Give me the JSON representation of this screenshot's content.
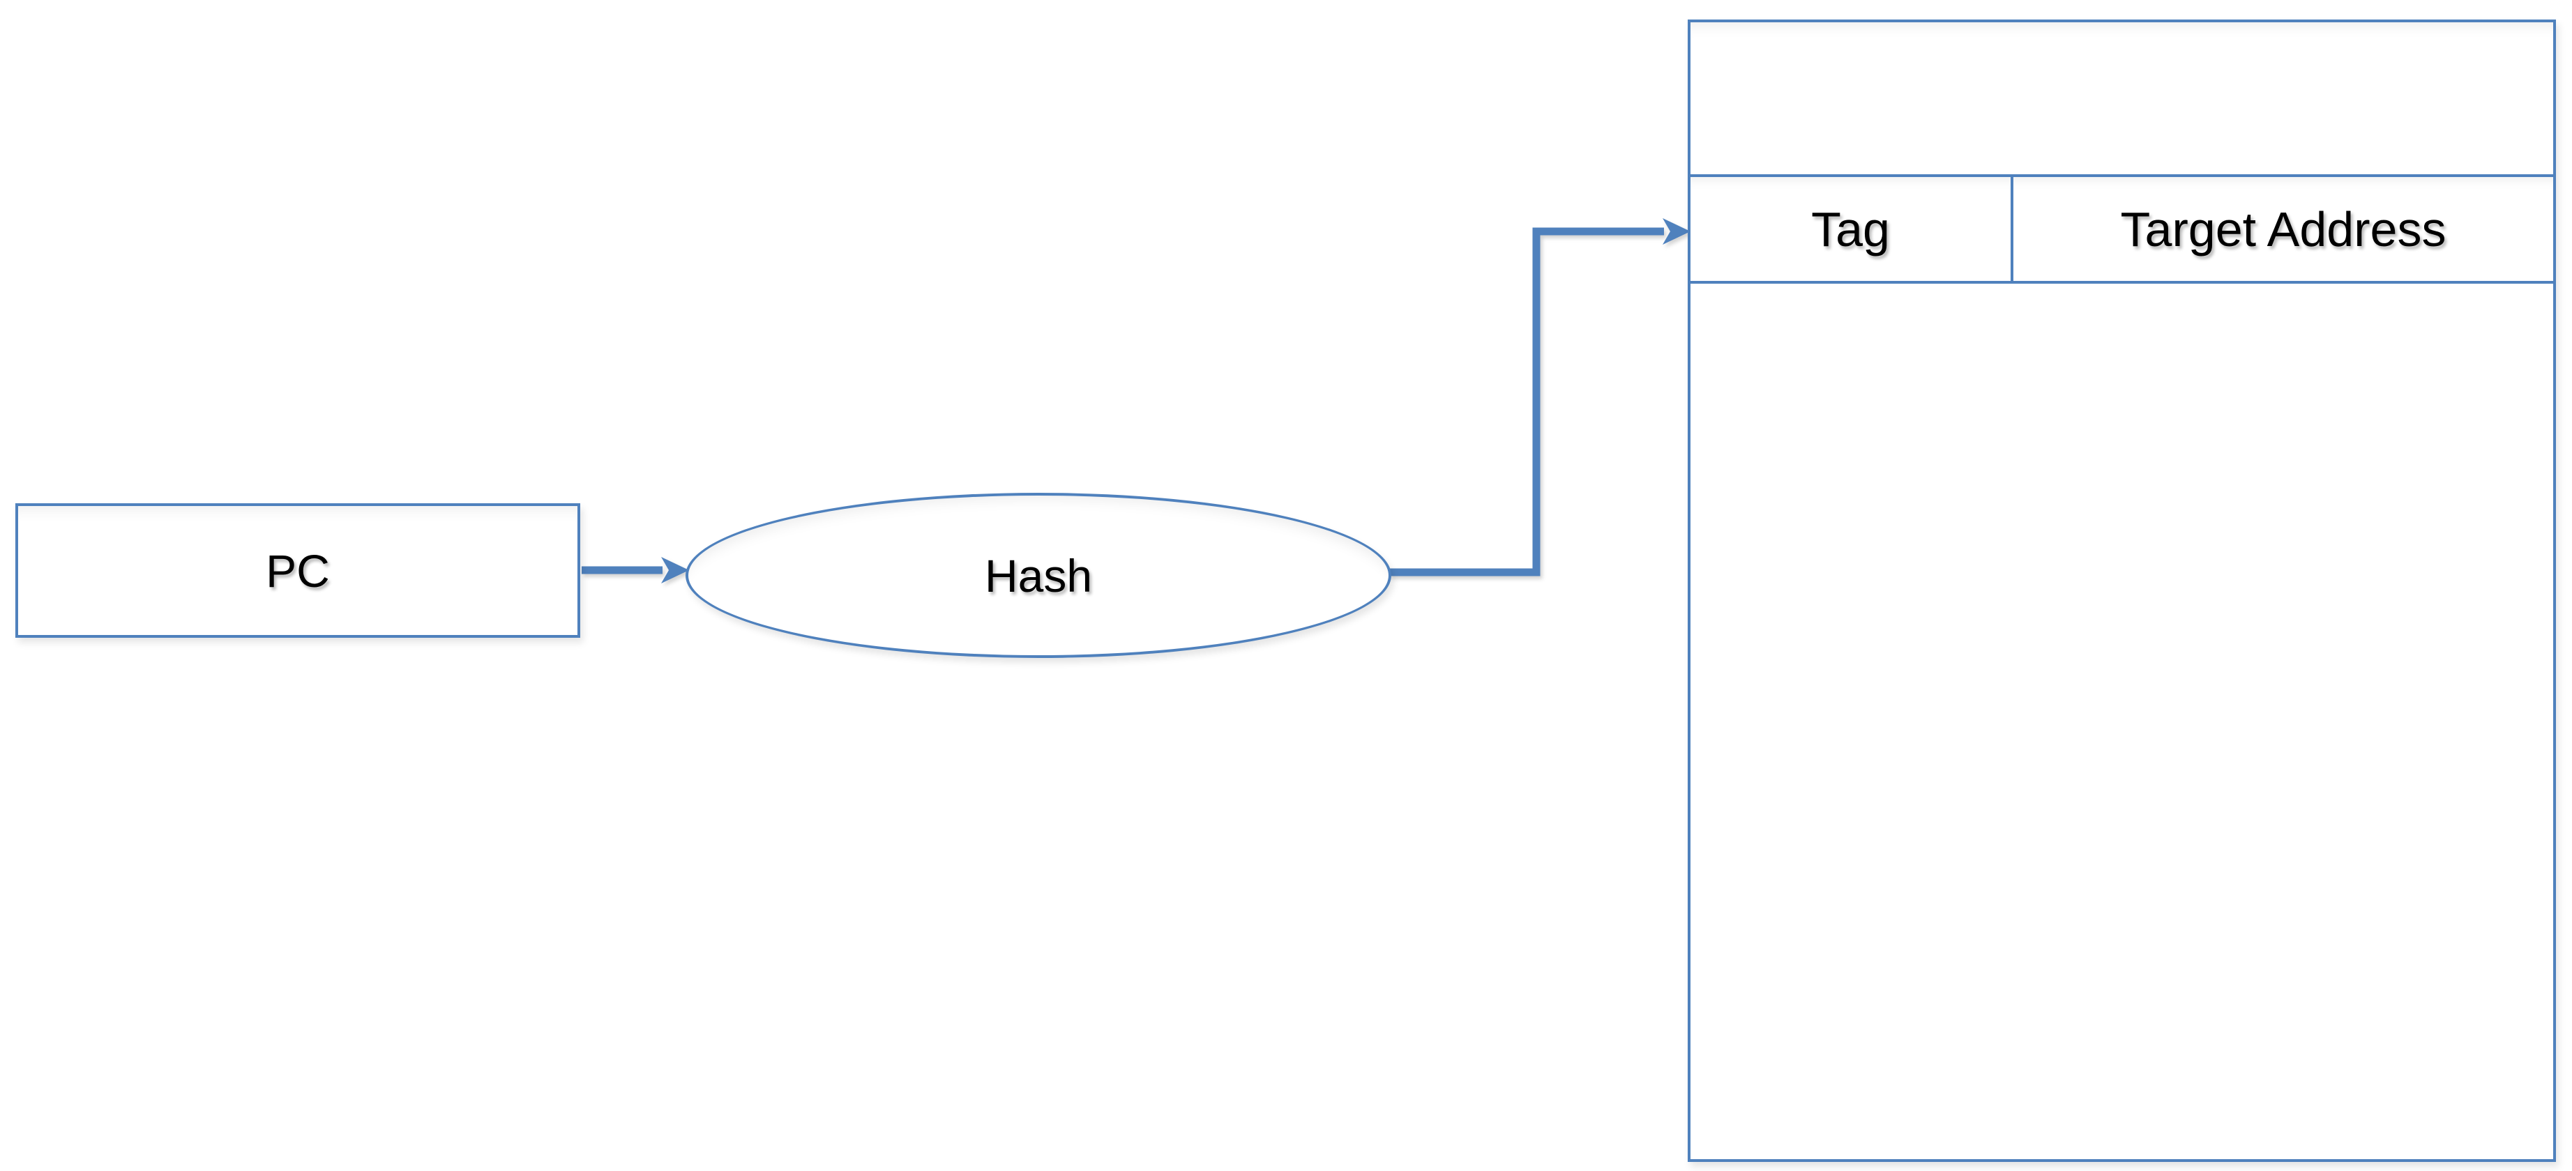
{
  "colors": {
    "accent": "#4f81bd",
    "label_text": "#000000",
    "background": "#ffffff"
  },
  "nodes": {
    "pc": {
      "label": "PC"
    },
    "hash": {
      "label": "Hash"
    }
  },
  "table": {
    "columns": [
      {
        "label": "Tag"
      },
      {
        "label": "Target Address"
      }
    ]
  },
  "connections": [
    {
      "from": "pc",
      "to": "hash",
      "style": "straight-arrow"
    },
    {
      "from": "hash",
      "to": "table-header",
      "style": "elbow-arrow"
    }
  ]
}
